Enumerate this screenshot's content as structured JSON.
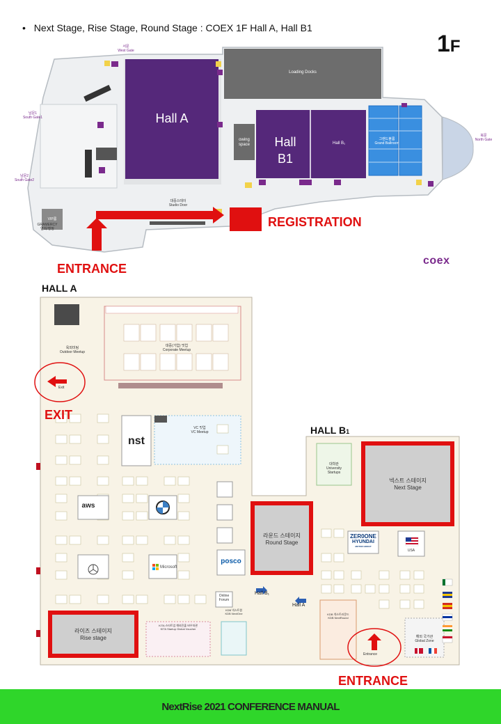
{
  "header": {
    "bullet": "•",
    "note": "Next Stage, Rise Stage, Round Stage : COEX 1F Hall A, Hall B1",
    "floor_number": "1",
    "floor_letter": "F"
  },
  "floor_map": {
    "hall_a": "Hall A",
    "hall_b1_line1": "Hall",
    "hall_b1_line2": "B1",
    "hall_b1_small": "Hall B₁",
    "loading_docks": "Loading Docks",
    "owing_space_1": "owing",
    "owing_space_2": "space",
    "grand_ballroom_ko": "그랜드볼룸",
    "grand_ballroom_en": "Grand Ballroom",
    "west_gate_ko": "서문",
    "west_gate_en": "West Gate",
    "south_gate_ko": "남문1",
    "south_gate_en": "South Gate1",
    "south_gate2_ko": "남문2",
    "south_gate2_en": "South Gate2",
    "north_gate_ko": "북문",
    "north_gate_en": "North Gate",
    "studio_door_ko": "대중스테이",
    "studio_door_en": "Studio Door",
    "vip": "VIP룸",
    "gramercy": "GRAMERCY",
    "gramercy_sub": "연회/행정",
    "registration": "REGISTRATION",
    "entrance": "ENTRANCE",
    "logo": "coex"
  },
  "hall_plan": {
    "hall_a_title": "HALL A",
    "hall_b1_title": "HALL B",
    "hall_b1_sub": "1",
    "outdoor_meetup_ko": "옥외미팅",
    "outdoor_meetup_en": "Outdoor Meetup",
    "corporate_meetup_ko": "대중(기업) 밋업",
    "corporate_meetup_en": "Corporate Meetup",
    "exit_small": "Exit",
    "exit_label": "EXIT",
    "nst": "nst",
    "vc_meetup_ko": "VC 밋업",
    "vc_meetup_en": "VC Meetup",
    "aws": "aws",
    "microsoft": "Microsoft",
    "posco": "posco",
    "round_stage_ko": "라운드 스테이지",
    "round_stage_en": "Round Stage",
    "rise_stage_ko": "라이즈 스테이지",
    "rise_stage_en": "Rise stage",
    "next_stage_ko": "넥스트 스테이지",
    "next_stage_en": "Next Stage",
    "university_ko": "대학관",
    "university_en1": "University",
    "university_en2": "Startups",
    "zerone_1": "ZER0ONE",
    "zerone_2": "HYUNDAI",
    "zerone_3": "MOTOR GROUP",
    "usa": "USA",
    "online_forum_1": "Online",
    "online_forum_2": "Forum",
    "kita_1": "KITA 스타트업 해외진출 바우처관",
    "kita_2": "KITA Startup Global Voucher",
    "kdb_nextone_1": "KDB 넥스트원",
    "kdb_nextone_2": "KDB NextOne",
    "kdb_nextround_1": "KDB 넥스트라운드",
    "kdb_nextround_2": "KDB NextRound",
    "hall_b1_arrow": "Hall B₁",
    "hall_a_arrow": "Hall A",
    "global_zone_ko": "해외 국가관",
    "global_zone_en": "Global Zone",
    "entrance_small": "Entrance",
    "entrance_label": "ENTRANCE"
  },
  "footer": {
    "text": "NextRise 2021 CONFERENCE MANUAL"
  },
  "colors": {
    "hall_purple": "#55287a",
    "highlight_red": "#e01010",
    "floor_beige": "#f8f3e6",
    "footer_green": "#2fd62a",
    "coex_purple": "#7a2a8c",
    "stage_gray": "#cfcfcf"
  }
}
